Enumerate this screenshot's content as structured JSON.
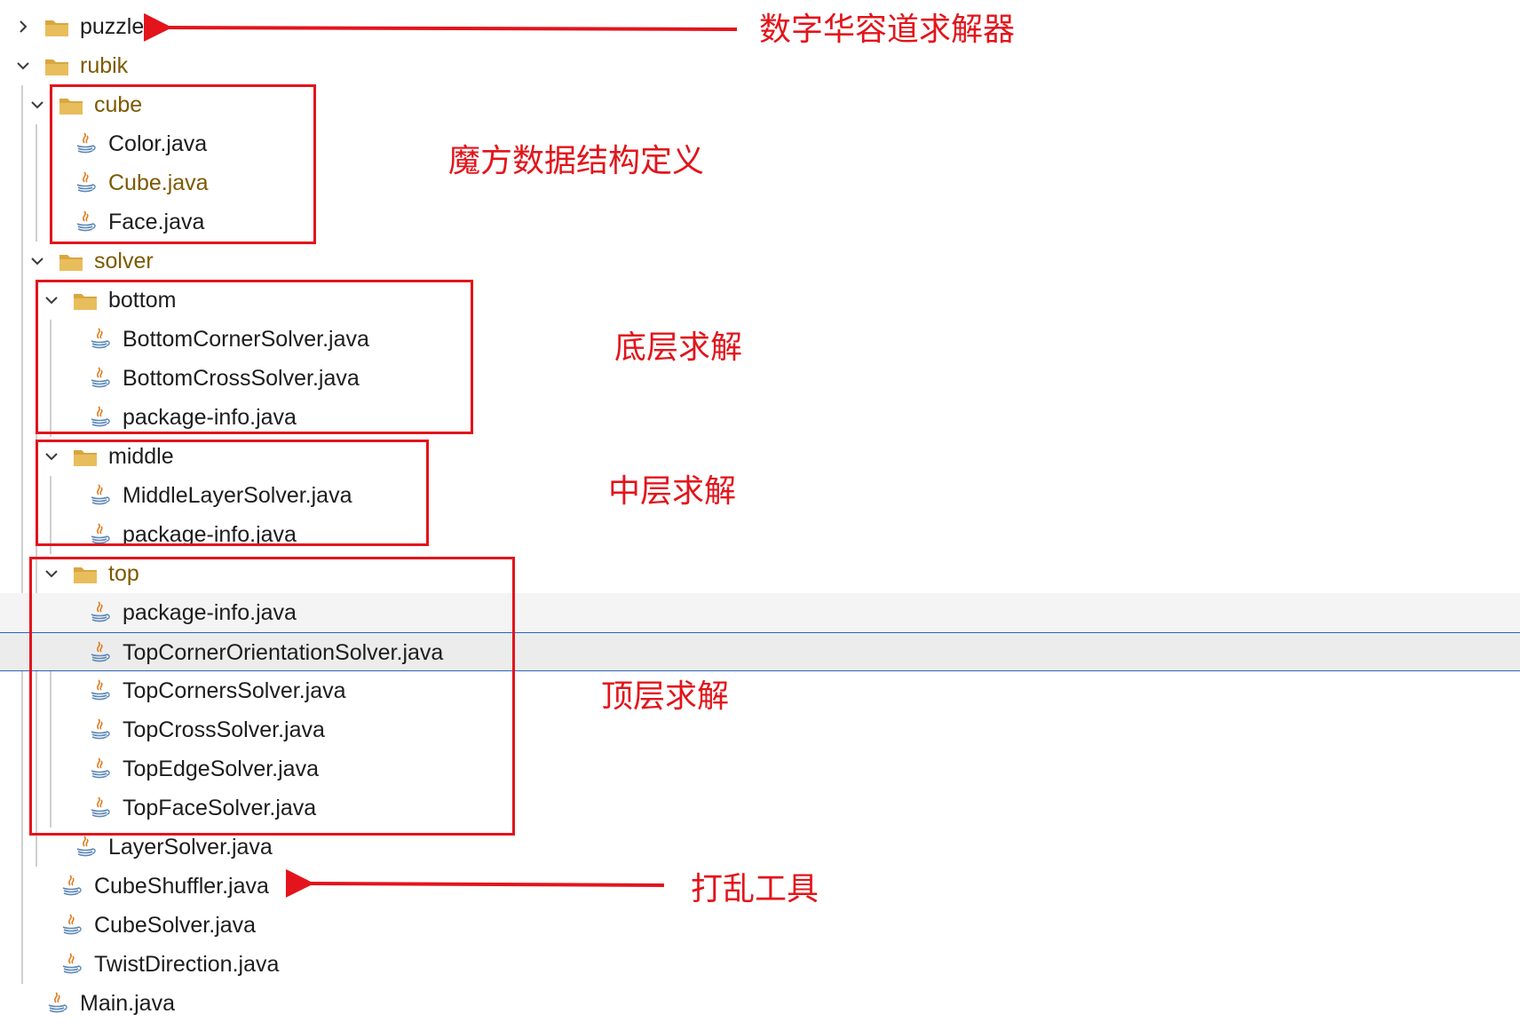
{
  "tree": [
    {
      "label": "puzzle",
      "kind": "folder",
      "state": "collapsed",
      "depth": 0
    },
    {
      "label": "rubik",
      "kind": "folder",
      "state": "expanded",
      "depth": 0,
      "modified": true
    },
    {
      "label": "cube",
      "kind": "folder",
      "state": "expanded",
      "depth": 1,
      "modified": true
    },
    {
      "label": "Color.java",
      "kind": "java",
      "depth": 2
    },
    {
      "label": "Cube.java",
      "kind": "java",
      "depth": 2,
      "modified": true
    },
    {
      "label": "Face.java",
      "kind": "java",
      "depth": 2
    },
    {
      "label": "solver",
      "kind": "folder",
      "state": "expanded",
      "depth": 1,
      "modified": true
    },
    {
      "label": "bottom",
      "kind": "folder",
      "state": "expanded",
      "depth": 2
    },
    {
      "label": "BottomCornerSolver.java",
      "kind": "java",
      "depth": 3
    },
    {
      "label": "BottomCrossSolver.java",
      "kind": "java",
      "depth": 3
    },
    {
      "label": "package-info.java",
      "kind": "java",
      "depth": 3
    },
    {
      "label": "middle",
      "kind": "folder",
      "state": "expanded",
      "depth": 2
    },
    {
      "label": "MiddleLayerSolver.java",
      "kind": "java",
      "depth": 3
    },
    {
      "label": "package-info.java",
      "kind": "java",
      "depth": 3
    },
    {
      "label": "top",
      "kind": "folder",
      "state": "expanded",
      "depth": 2,
      "modified": true
    },
    {
      "label": "package-info.java",
      "kind": "java",
      "depth": 3,
      "hover": true
    },
    {
      "label": "TopCornerOrientationSolver.java",
      "kind": "java",
      "depth": 3,
      "selected": true
    },
    {
      "label": "TopCornersSolver.java",
      "kind": "java",
      "depth": 3
    },
    {
      "label": "TopCrossSolver.java",
      "kind": "java",
      "depth": 3
    },
    {
      "label": "TopEdgeSolver.java",
      "kind": "java",
      "depth": 3
    },
    {
      "label": "TopFaceSolver.java",
      "kind": "java",
      "depth": 3
    },
    {
      "label": "LayerSolver.java",
      "kind": "java",
      "depth": 2
    },
    {
      "label": "CubeShuffler.java",
      "kind": "java",
      "depth": 1
    },
    {
      "label": "CubeSolver.java",
      "kind": "java",
      "depth": 1
    },
    {
      "label": "TwistDirection.java",
      "kind": "java",
      "depth": 1
    },
    {
      "label": "Main.java",
      "kind": "java",
      "depth": 0
    }
  ],
  "annotations": {
    "puzzle": "数字华容道求解器",
    "cube": "魔方数据结构定义",
    "bottom": "底层求解",
    "middle": "中层求解",
    "top": "顶层求解",
    "shuffler": "打乱工具"
  },
  "colors": {
    "annotation": "#e3141b",
    "selection_border": "#2d63b5",
    "modified_text": "#7d5a00",
    "folder": "#d9a640"
  },
  "icons": {
    "folder": "folder-icon",
    "java": "java-file-icon",
    "chevron_right": "chevron-right-icon",
    "chevron_down": "chevron-down-icon"
  }
}
